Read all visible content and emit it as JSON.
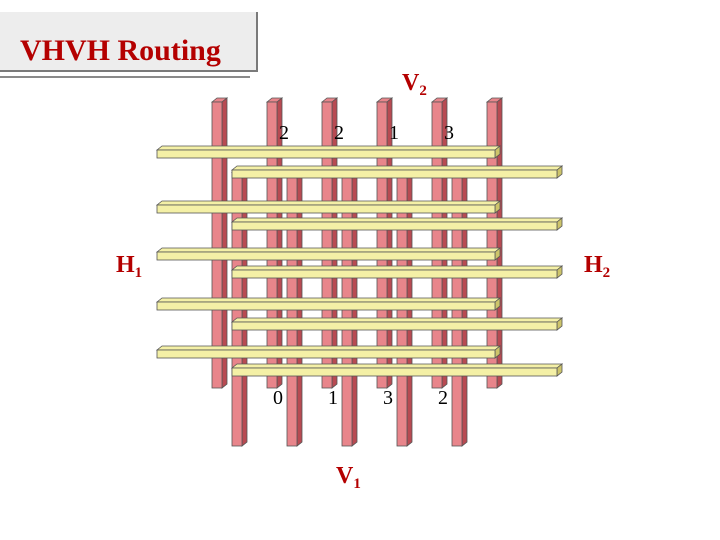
{
  "title": "VHVH Routing",
  "labels": {
    "v2": {
      "letter": "V",
      "sub": "2"
    },
    "v1": {
      "letter": "V",
      "sub": "1"
    },
    "h1": {
      "letter": "H",
      "sub": "1"
    },
    "h2": {
      "letter": "H",
      "sub": "2"
    }
  },
  "top_counts": [
    "2",
    "2",
    "1",
    "3"
  ],
  "bottom_counts": [
    "0",
    "1",
    "3",
    "2"
  ],
  "colors": {
    "title": "#b40000",
    "vertical_wire_face": "#e8858b",
    "vertical_wire_side": "#b84a52",
    "horizontal_wire_face": "#f4f0a6",
    "horizontal_wire_side": "#cdc46a",
    "outline": "#555555"
  }
}
